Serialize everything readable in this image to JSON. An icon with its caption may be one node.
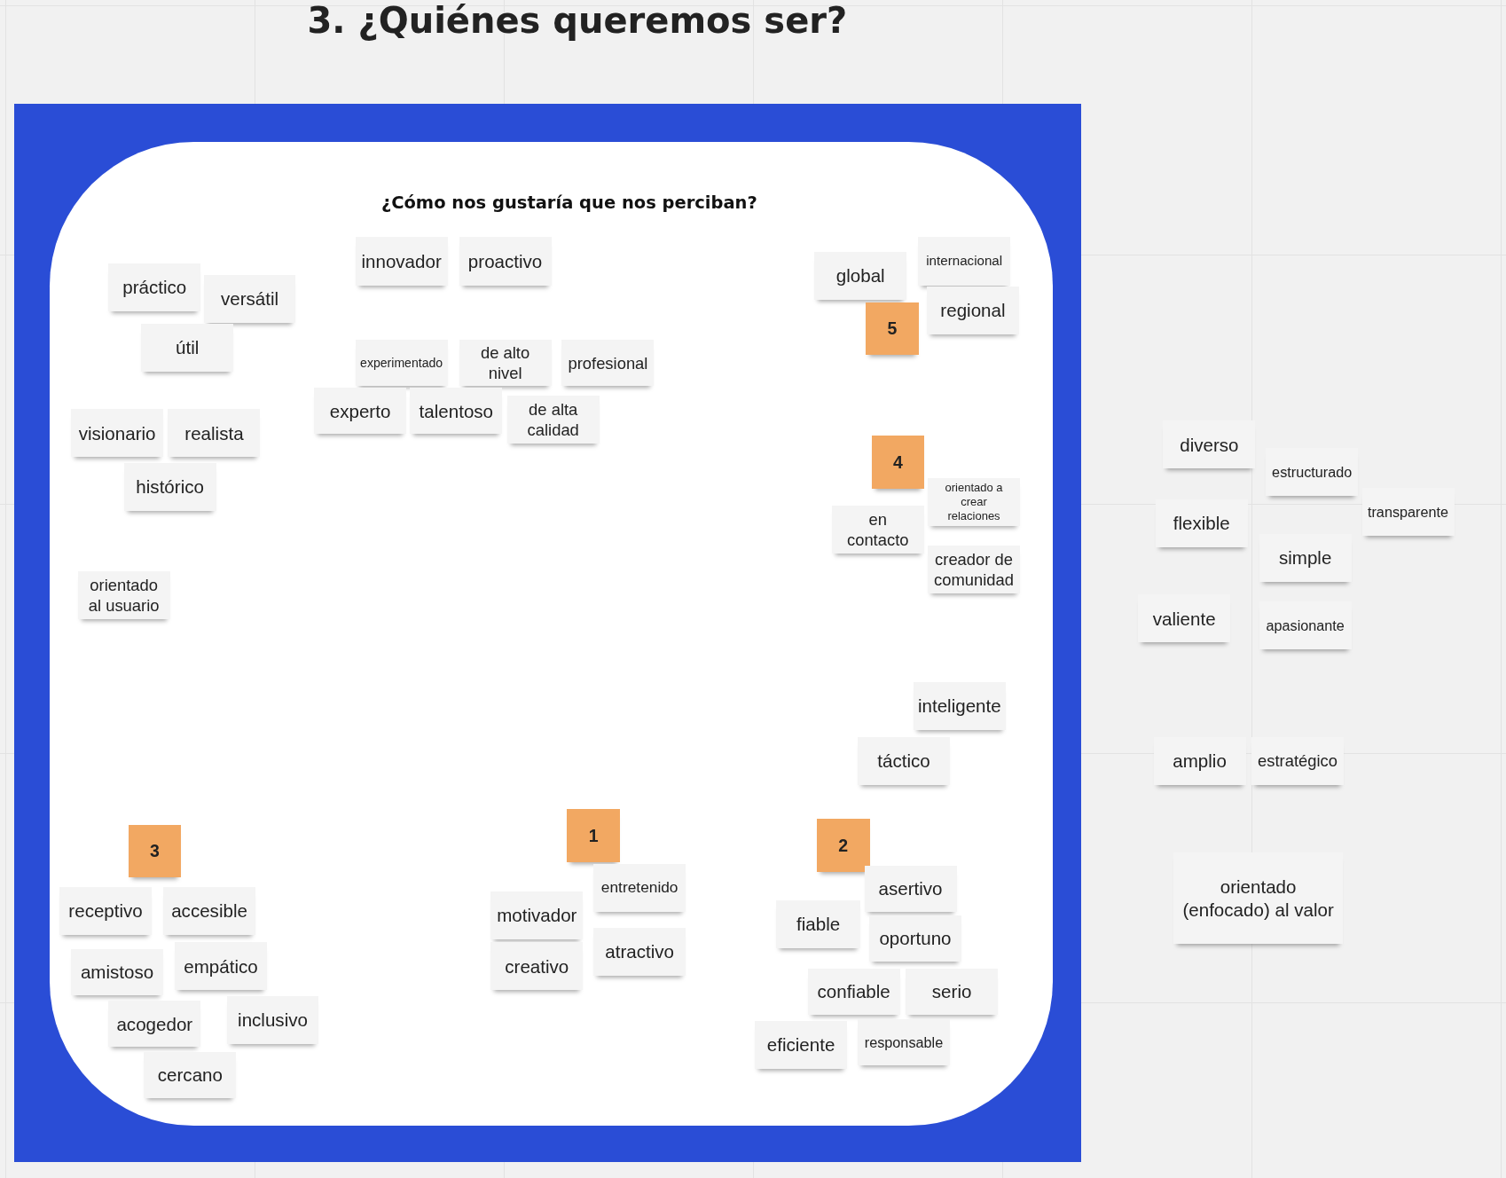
{
  "diagram": {
    "title": "3. ¿Quiénes queremos ser?",
    "nodes": [
      {
        "text": [],
        "shape": "box"
      },
      {
        "text": [
          "¿Cómo nos gustaría que nos perciban?"
        ],
        "in": 0
      },
      {
        "text": [
          "práctico"
        ],
        "in": 1
      },
      {
        "text": [
          "versátil"
        ],
        "in": 1
      },
      {
        "text": [
          "útil"
        ],
        "in": 1
      },
      {
        "text": [
          "innovador"
        ],
        "in": 1
      },
      {
        "text": [
          "proactivo"
        ],
        "in": 1
      },
      {
        "text": [
          "experimentado"
        ],
        "in": 1
      },
      {
        "text": [
          "de alto nivel"
        ],
        "in": 1
      },
      {
        "text": [
          "profesional"
        ],
        "in": 1
      },
      {
        "text": [
          "experto"
        ],
        "in": 1
      },
      {
        "text": [
          "talentoso"
        ],
        "in": 1
      },
      {
        "text": [
          "de alta calidad"
        ],
        "in": 1
      },
      {
        "text": [
          "global"
        ],
        "in": 1
      },
      {
        "text": [
          "internacional"
        ],
        "in": 1
      },
      {
        "text": [
          "regional"
        ],
        "in": 1
      },
      {
        "text": [
          "5"
        ],
        "in": 1
      },
      {
        "text": [
          "visionario"
        ],
        "in": 1
      },
      {
        "text": [
          "realista"
        ],
        "in": 1
      },
      {
        "text": [
          "histórico"
        ],
        "in": 1
      },
      {
        "text": [
          "4"
        ],
        "in": 1
      },
      {
        "text": [
          "orientado a crear relaciones"
        ],
        "in": 1
      },
      {
        "text": [
          "en contacto"
        ],
        "in": 1
      },
      {
        "text": [
          "creador de comunidad"
        ],
        "in": 1
      },
      {
        "text": [
          "orientado al usuario"
        ],
        "in": 1
      },
      {
        "text": [
          "inteligente"
        ],
        "in": 1
      },
      {
        "text": [
          "táctico"
        ],
        "in": 1
      },
      {
        "text": [
          "1"
        ],
        "in": 1
      },
      {
        "text": [
          "2"
        ],
        "in": 1
      },
      {
        "text": [
          "3"
        ],
        "in": 1
      },
      {
        "text": [
          "entretenido"
        ],
        "in": 1
      },
      {
        "text": [
          "asertivo"
        ],
        "in": 1
      },
      {
        "text": [
          "receptivo"
        ],
        "in": 1
      },
      {
        "text": [
          "accesible"
        ],
        "in": 1
      },
      {
        "text": [
          "motivador"
        ],
        "in": 1
      },
      {
        "text": [
          "fiable"
        ],
        "in": 1
      },
      {
        "text": [
          "oportuno"
        ],
        "in": 1
      },
      {
        "text": [
          "atractivo"
        ],
        "in": 1
      },
      {
        "text": [
          "creativo"
        ],
        "in": 1
      },
      {
        "text": [
          "empático"
        ],
        "in": 1
      },
      {
        "text": [
          "amistoso"
        ],
        "in": 1
      },
      {
        "text": [
          "confiable"
        ],
        "in": 1
      },
      {
        "text": [
          "serio"
        ],
        "in": 1
      },
      {
        "text": [
          "acogedor"
        ],
        "in": 1
      },
      {
        "text": [
          "inclusivo"
        ],
        "in": 1
      },
      {
        "text": [
          "responsable"
        ],
        "in": 1
      },
      {
        "text": [
          "eficiente"
        ],
        "in": 1
      },
      {
        "text": [
          "cercano"
        ],
        "in": 1
      },
      {
        "text": [
          "diverso"
        ]
      },
      {
        "text": [
          "estructurado"
        ]
      },
      {
        "text": [
          "transparente"
        ]
      },
      {
        "text": [
          "flexible"
        ]
      },
      {
        "text": [
          "simple"
        ]
      },
      {
        "text": [
          "valiente"
        ]
      },
      {
        "text": [
          "apasionante"
        ]
      },
      {
        "text": [
          "amplio"
        ]
      },
      {
        "text": [
          "estratégico"
        ]
      },
      {
        "text": [
          "orientado (enfocado) al valor"
        ]
      }
    ]
  }
}
